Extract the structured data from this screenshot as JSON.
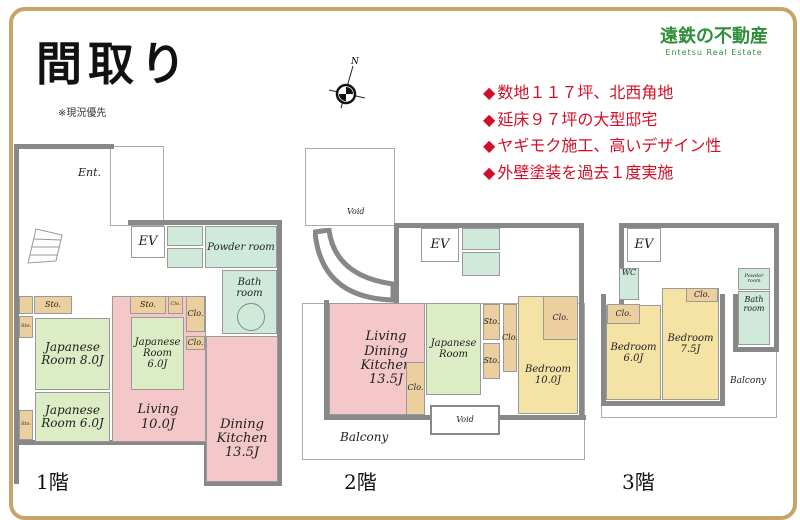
{
  "header": {
    "title": "間取り",
    "note": "※現況優先",
    "logo": {
      "jp": "遠鉄の不動産",
      "en": "Entetsu Real Estate"
    },
    "compass_label": "N"
  },
  "features": [
    "数地１１７坪、北西角地",
    "延床９７坪の大型邸宅",
    "ヤギモク施工、高いデザイン性",
    "外壁塗装を過去１度実施"
  ],
  "colors": {
    "frame": "#c9a46a",
    "feature_text": "#d0102a",
    "logo": "#2f8f3a",
    "living": "#f4c8c8",
    "japanese_room": "#dcedc6",
    "wet_area": "#cfe9da",
    "storage": "#ebcf9f",
    "bedroom": "#f4e3a5"
  },
  "floor1": {
    "label": "1階",
    "ent": "Ent.",
    "ev": "EV",
    "powder": "Powder room",
    "bath": "Bath room",
    "sto": "Sto.",
    "clo": "Clo.",
    "jp8": "Japanese Room 8.0J",
    "jp6a": "Japanese Room 6.0J",
    "jp6b": "Japanese Room 6.0J",
    "living": "Living 10.0J",
    "dk": "Dining Kitchen 13.5J"
  },
  "floor2": {
    "label": "2階",
    "void": "Void",
    "ev": "EV",
    "ldk": "Living Dining Kitchen 13.5J",
    "clo": "Clo.",
    "jp": "Japanese Room",
    "sto": "Sto.",
    "bedroom": "Bedroom 10.0J",
    "balcony": "Balcony"
  },
  "floor3": {
    "label": "3階",
    "ev": "EV",
    "wc": "WC",
    "clo": "Clo.",
    "bed6": "Bedroom 6.0J",
    "bed75": "Bedroom 7.5J",
    "powder": "Powder room",
    "bath": "Bath room",
    "balcony": "Balcony"
  }
}
